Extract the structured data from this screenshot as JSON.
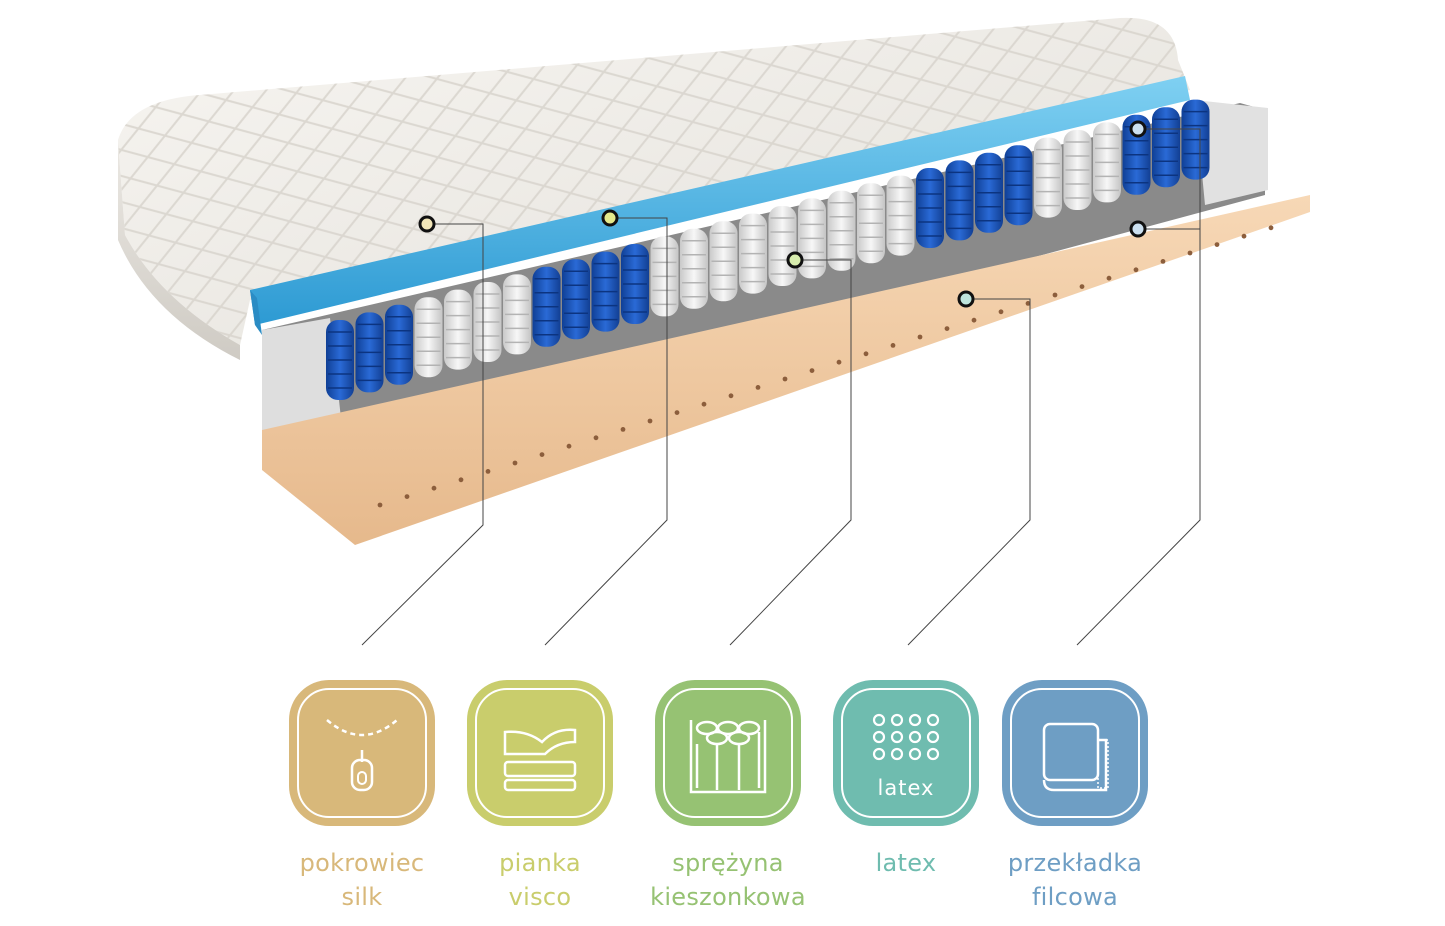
{
  "colors": {
    "cover": "#d8b87a",
    "visco": "#c9cd6c",
    "springs": "#96c273",
    "latex": "#6fbcaf",
    "felt": "#6e9ec4",
    "blue_foam": "#4fb1e0",
    "spring_blue": "#1f5fc4",
    "latex_base": "#f0c9a0"
  },
  "layers": [
    {
      "icon": "zipper-icon",
      "line1": "pokrowiec",
      "line2": "silk",
      "color": "#d8b87a"
    },
    {
      "icon": "visco-foam-icon",
      "line1": "pianka",
      "line2": "visco",
      "color": "#c9cd6c"
    },
    {
      "icon": "pocket-spring-icon",
      "line1": "sprężyna",
      "line2": "kieszonkowa",
      "color": "#96c273"
    },
    {
      "icon": "latex-dots-icon",
      "line1": "latex",
      "line2": "",
      "color": "#6fbcaf",
      "icon_text": "latex"
    },
    {
      "icon": "felt-pad-icon",
      "line1": "przekładka",
      "line2": "filcowa",
      "color": "#6e9ec4"
    }
  ]
}
